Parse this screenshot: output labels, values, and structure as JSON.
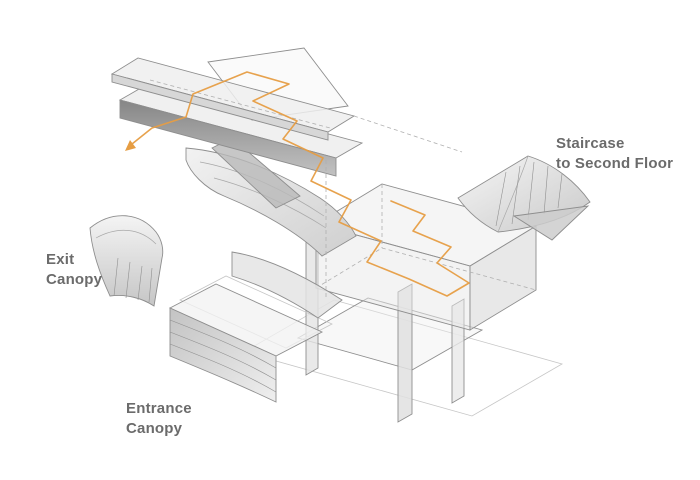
{
  "colors": {
    "bg": "#ffffff",
    "line": "#8e8e8e",
    "line_light": "#c6c6c6",
    "fill_light": "#efefef",
    "fill_mid": "#d9d9d9",
    "fill_dark": "#9e9e9e",
    "accent_orange": "#e69d43",
    "label_color": "#6b6b6b"
  },
  "labels": {
    "exit_canopy": {
      "line1": "Exit",
      "line2": "Canopy"
    },
    "entrance_canopy": {
      "line1": "Entrance",
      "line2": "Canopy"
    },
    "staircase": {
      "line1": "Staircase",
      "line2": "to Second Floor"
    }
  }
}
